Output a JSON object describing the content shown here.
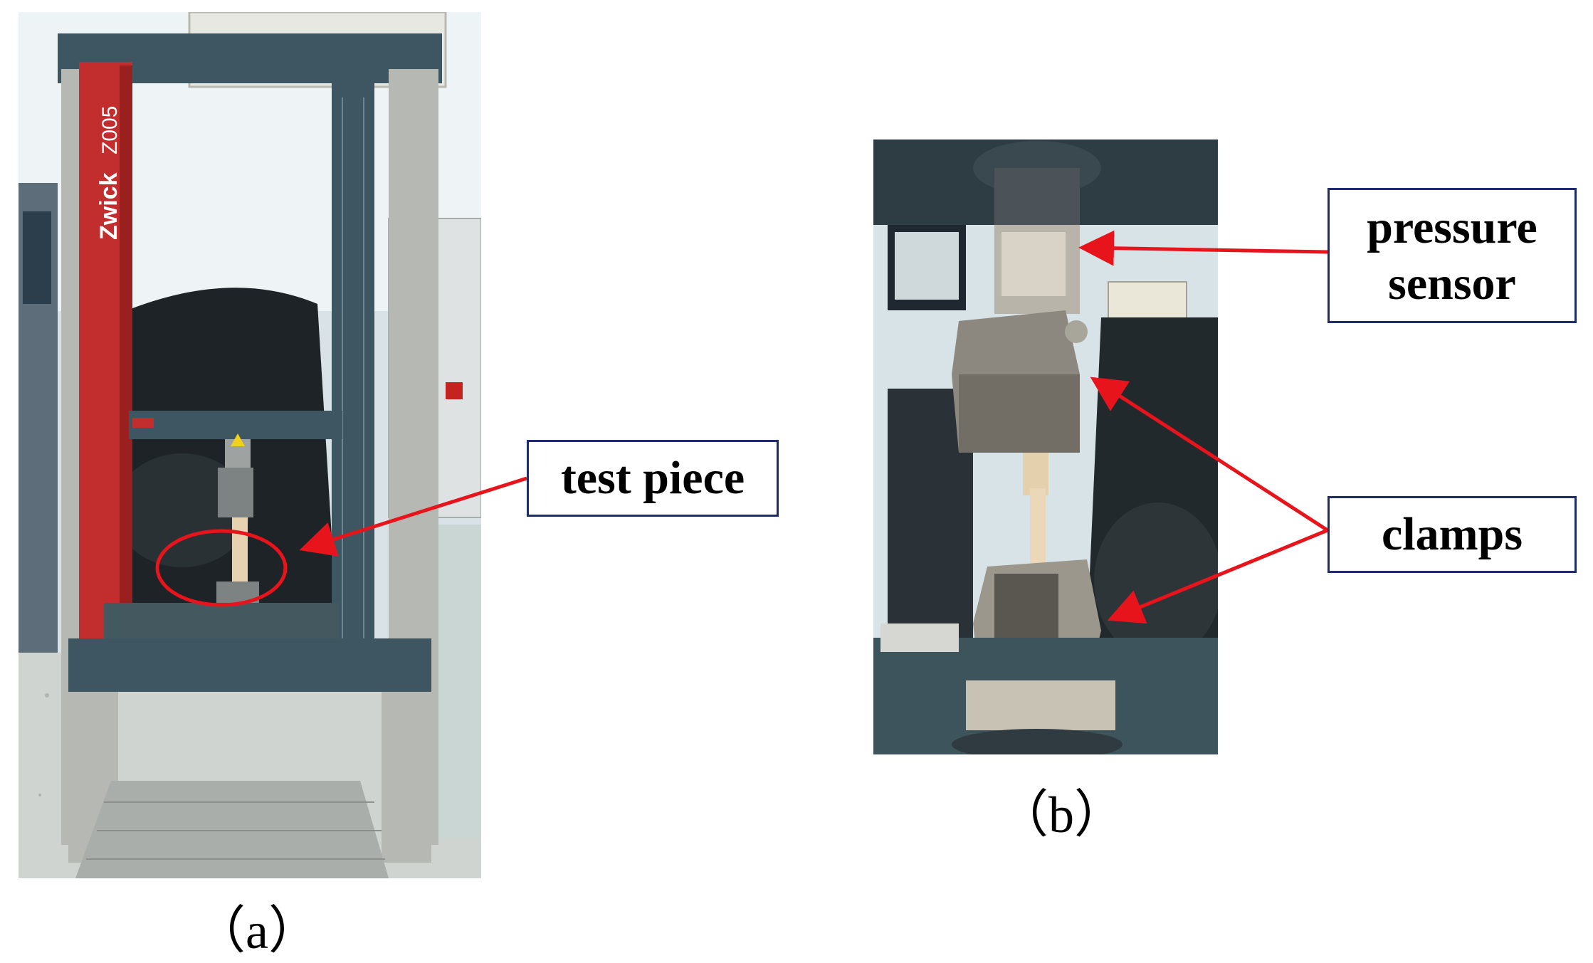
{
  "labels": {
    "test_piece": "test piece",
    "pressure_sensor_line1": "pressure",
    "pressure_sensor_line2": "sensor",
    "clamps": "clamps"
  },
  "captions": {
    "a": "（a）",
    "b": "（b）"
  },
  "machine_markings": {
    "brand": "Zwick",
    "model": "Z005"
  },
  "colors": {
    "arrow": "#e8141c",
    "box_border": "#1e2c6e",
    "machine_red": "#c22d2d",
    "machine_frame": "#3d5661"
  }
}
